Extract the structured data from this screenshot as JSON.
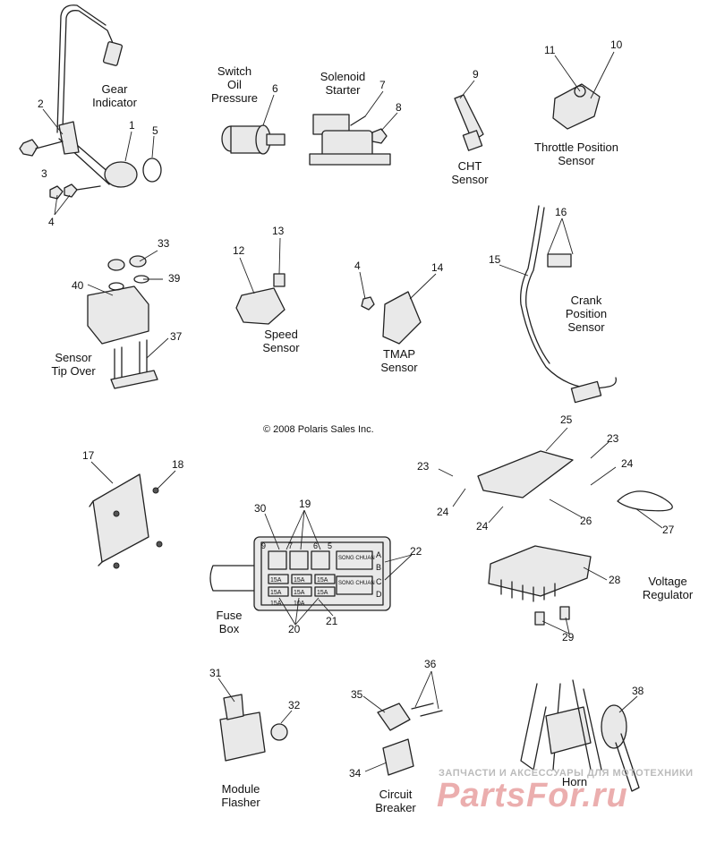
{
  "title": "",
  "copyright": "© 2008 Polaris Sales Inc.",
  "watermark": {
    "tagline": "ЗАПЧАСТИ И АКСЕССУАРЫ ДЛЯ МОТОТЕХНИКИ",
    "logo": "PartsFor.ru"
  },
  "labels": {
    "gear_indicator": [
      "Gear",
      "Indicator"
    ],
    "switch_oil_pressure": [
      "Switch",
      "Oil",
      "Pressure"
    ],
    "solenoid_starter": [
      "Solenoid",
      "Starter"
    ],
    "cht_sensor": [
      "CHT",
      "Sensor"
    ],
    "throttle_position_sensor": [
      "Throttle Position",
      "Sensor"
    ],
    "sensor_tip_over": [
      "Sensor",
      "Tip Over"
    ],
    "speed_sensor": [
      "Speed",
      "Sensor"
    ],
    "tmap_sensor": [
      "TMAP",
      "Sensor"
    ],
    "crank_position_sensor": [
      "Crank",
      "Position",
      "Sensor"
    ],
    "voltage_regulator": [
      "Voltage",
      "Regulator"
    ],
    "fuse_box": [
      "Fuse",
      "Box"
    ],
    "module_flasher": [
      "Module",
      "Flasher"
    ],
    "circuit_breaker": [
      "Circuit",
      "Breaker"
    ],
    "horn": [
      "Horn"
    ]
  },
  "callouts": [
    "1",
    "2",
    "3",
    "4",
    "5",
    "6",
    "7",
    "8",
    "9",
    "10",
    "11",
    "12",
    "13",
    "4",
    "14",
    "15",
    "16",
    "33",
    "40",
    "39",
    "37",
    "17",
    "18",
    "30",
    "19",
    "22",
    "21",
    "20",
    "25",
    "23",
    "23",
    "24",
    "24",
    "24",
    "26",
    "27",
    "28",
    "29",
    "31",
    "32",
    "36",
    "35",
    "34",
    "38"
  ],
  "fuse_box_text": {
    "slots": [
      "9",
      "7",
      "6",
      "5"
    ],
    "rows": [
      "A",
      "B",
      "C",
      "D"
    ],
    "relay_text": "SONG CHUAN",
    "fuse_values": [
      "15A",
      "15A",
      "15A",
      "15A",
      "15A",
      "15A",
      "15A",
      "10A"
    ]
  }
}
